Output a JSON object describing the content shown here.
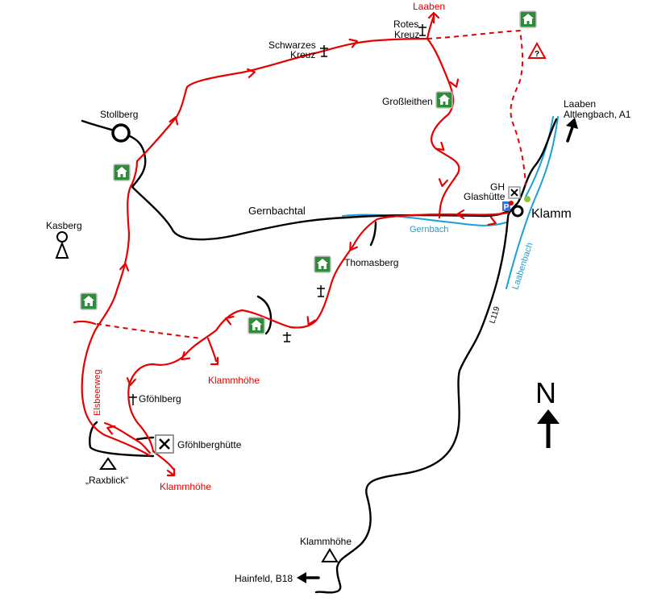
{
  "places": {
    "laaben_top": "Laaben",
    "rotes_kreuz_1": "Rotes",
    "rotes_kreuz_2": "Kreuz",
    "schwarzes_kreuz_1": "Schwarzes",
    "schwarzes_kreuz_2": "Kreuz",
    "grossleithen": "Großleithen",
    "stollberg": "Stollberg",
    "kasberg": "Kasberg",
    "gernbachtal": "Gernbachtal",
    "gernbach": "Gernbach",
    "thomasberg": "Thomasberg",
    "gh": "GH",
    "glashuette": "Glashütte",
    "klamm": "Klamm",
    "laaben_altlengbach_1": "Laaben",
    "laaben_altlengbach_2": "Altlengbach, A1",
    "laabenbach": "Laabenbach",
    "l119": "L119",
    "klammhoehe_mid": "Klammhöhe",
    "gfoehlberg": "Gföhlberg",
    "elsbeerweg": "Elsbeerweg",
    "gfoehlberghuette": "Gföhlberghütte",
    "raxblick": "„Raxblick“",
    "klammhoehe_low": "Klammhöhe",
    "klammhoehe_summit": "Klammhöhe",
    "hainfeld": "Hainfeld, B18",
    "north": "N"
  },
  "colors": {
    "trail": "#e60000",
    "road": "#000000",
    "river": "#1aa0d8",
    "hut_green": "#2e8b3a",
    "parking_blue": "#3a6fd8"
  },
  "icons": {
    "hut": "hut-icon",
    "cross": "cross-icon",
    "peak": "summit-icon",
    "lookout": "lookout-tower-icon",
    "restaurant": "restaurant-icon",
    "parking": "parking-icon",
    "warning": "warning-icon",
    "north_arrow": "north-arrow-icon"
  }
}
